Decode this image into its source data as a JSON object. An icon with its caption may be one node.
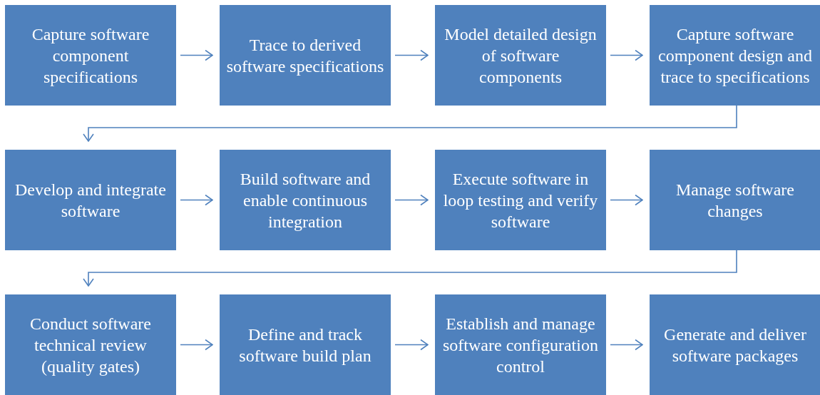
{
  "diagram": {
    "nodes": [
      {
        "text": [
          "Capture software component specifications"
        ]
      },
      {
        "text": [
          "Trace to derived software specifications"
        ]
      },
      {
        "text": [
          "Model detailed design of software components"
        ]
      },
      {
        "text": [
          "Capture software component design and trace to specifications"
        ]
      },
      {
        "text": [
          "Develop and integrate software"
        ]
      },
      {
        "text": [
          "Build software and enable continuous integration"
        ]
      },
      {
        "text": [
          "Execute software in loop testing and verify software"
        ]
      },
      {
        "text": [
          "Manage software changes"
        ]
      },
      {
        "text": [
          "Conduct software technical review (quality gates)"
        ]
      },
      {
        "text": [
          "Define and track software build plan"
        ]
      },
      {
        "text": [
          "Establish and manage software configuration control"
        ]
      },
      {
        "text": [
          "Generate and deliver software packages"
        ]
      }
    ],
    "edges": [
      {
        "from": 0,
        "to": 1,
        "arrow": "to"
      },
      {
        "from": 1,
        "to": 2,
        "arrow": "to"
      },
      {
        "from": 2,
        "to": 3,
        "arrow": "to"
      },
      {
        "from": 3,
        "to": 4,
        "arrow": "to"
      },
      {
        "from": 4,
        "to": 5,
        "arrow": "to"
      },
      {
        "from": 5,
        "to": 6,
        "arrow": "to"
      },
      {
        "from": 6,
        "to": 7,
        "arrow": "to"
      },
      {
        "from": 7,
        "to": 8,
        "arrow": "to"
      },
      {
        "from": 8,
        "to": 9,
        "arrow": "to"
      },
      {
        "from": 9,
        "to": 10,
        "arrow": "to"
      },
      {
        "from": 10,
        "to": 11,
        "arrow": "to"
      }
    ]
  }
}
